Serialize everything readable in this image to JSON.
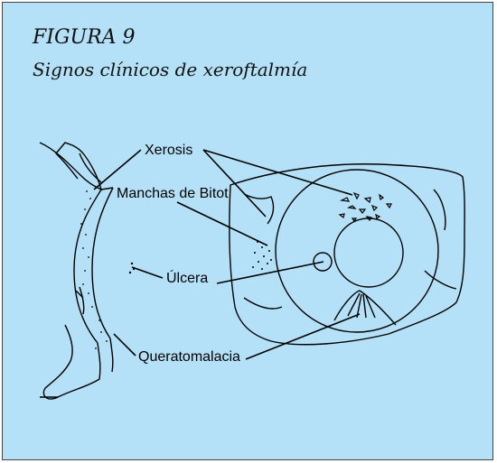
{
  "figure": {
    "number": "FIGURA 9",
    "title": "Signos clínicos de xeroftalmía"
  },
  "labels": {
    "xerosis": "Xerosis",
    "bitot": "Manchas de Bitot",
    "ulcera": "Úlcera",
    "queratomalacia": "Queratomalacia"
  },
  "colors": {
    "background": "#b4e1f7",
    "stroke": "#000000"
  }
}
